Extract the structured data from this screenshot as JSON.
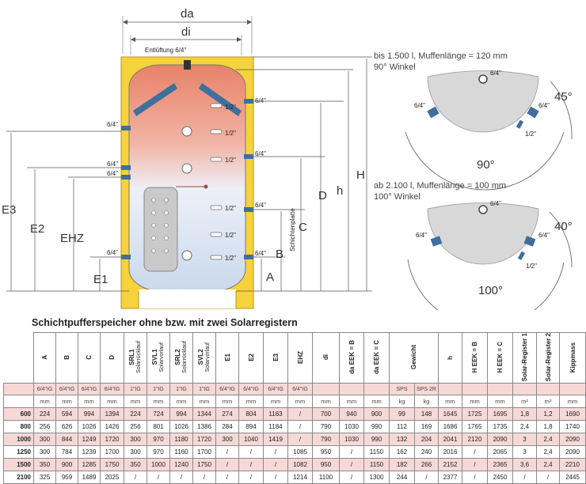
{
  "drawing": {
    "top_dims": {
      "da": "da",
      "di": "di"
    },
    "vent_label": "Entlüftung 6/4\"",
    "left_connections": [
      "6/4\"",
      "6/4\"",
      "6/4\"",
      "6/4\""
    ],
    "right_connections": [
      "6/4\"",
      "6/4\"",
      "6/4\"",
      "6/4\""
    ],
    "sensor_sleeves": [
      "1/2\"",
      "1/2\"",
      "1/2\"",
      "1/2\"",
      "1/2\"",
      "1/2\""
    ],
    "plate_label": "Schichtenplatte",
    "height_dims": {
      "E3": "E3",
      "E2": "E2",
      "EHZ": "EHZ",
      "E1": "E1",
      "A": "A",
      "B": "B",
      "C": "C",
      "D": "D",
      "h": "h",
      "H": "H"
    },
    "detail_top": {
      "line1": "bis 1.500 l, Muffenlänge = 120 mm",
      "line2": "90° Winkel",
      "pipe_top": "6/4\"",
      "pipe_left": "6/4\"",
      "pipe_right": "6/4\"",
      "sleeve": "1/2\"",
      "angle_side": "45°",
      "angle_main": "90°"
    },
    "detail_bottom": {
      "line1": "ab 2.100 l, Muffenlänge = 100 mm",
      "line2": "100° Winkel",
      "pipe_top": "6/4\"",
      "pipe_left": "6/4\"",
      "pipe_right": "6/4\"",
      "sleeve": "1/2\"",
      "angle_side": "40°",
      "angle_main": "100°"
    }
  },
  "table": {
    "title": "Schichtpufferspeicher ohne bzw. mit zwei Solarregistern",
    "columns": [
      {
        "label": "A",
        "sub": ""
      },
      {
        "label": "B",
        "sub": ""
      },
      {
        "label": "C",
        "sub": ""
      },
      {
        "label": "D",
        "sub": ""
      },
      {
        "label": "SRL1",
        "sub": "Solarrücklauf"
      },
      {
        "label": "SVL1",
        "sub": "Solarvorlauf"
      },
      {
        "label": "SRL2",
        "sub": "Solarrücklauf"
      },
      {
        "label": "SVL2",
        "sub": "Solarvorlauf"
      },
      {
        "label": "E1",
        "sub": ""
      },
      {
        "label": "E2",
        "sub": ""
      },
      {
        "label": "E3",
        "sub": ""
      },
      {
        "label": "EHZ",
        "sub": ""
      },
      {
        "label": "di",
        "sub": ""
      },
      {
        "label": "da EEK = B",
        "sub": ""
      },
      {
        "label": "da EEK = C",
        "sub": ""
      },
      {
        "label": "Gewicht",
        "sub": ""
      },
      {
        "label": "",
        "sub": ""
      },
      {
        "label": "h",
        "sub": ""
      },
      {
        "label": "H EEK = B",
        "sub": ""
      },
      {
        "label": "H EEK = C",
        "sub": ""
      },
      {
        "label": "Solar-Register 1",
        "sub": ""
      },
      {
        "label": "Solar-Register 2",
        "sub": ""
      },
      {
        "label": "Kippmass",
        "sub": ""
      }
    ],
    "thread_row": [
      "6/4\"IG",
      "6/4\"IG",
      "6/4\"IG",
      "6/4\"IG",
      "1\"IG",
      "1\"IG",
      "1\"IG",
      "1\"IG",
      "6/4\"IG",
      "6/4\"IG",
      "6/4\"IG",
      "6/4\"IG",
      "",
      "",
      "",
      "SPS",
      "SPS 2R",
      "",
      "",
      "",
      "",
      "",
      ""
    ],
    "unit_row": [
      "mm",
      "mm",
      "mm",
      "mm",
      "mm",
      "mm",
      "mm",
      "mm",
      "mm",
      "mm",
      "mm",
      "mm",
      "mm",
      "mm",
      "mm",
      "kg",
      "kg",
      "mm",
      "mm",
      "mm",
      "m²",
      "m²",
      "mm"
    ],
    "rows": [
      {
        "model": "600",
        "values": [
          "224",
          "594",
          "994",
          "1394",
          "224",
          "724",
          "994",
          "1344",
          "274",
          "804",
          "1163",
          "/",
          "700",
          "940",
          "900",
          "99",
          "148",
          "1645",
          "1725",
          "1695",
          "1,8",
          "1,2",
          "1690"
        ]
      },
      {
        "model": "800",
        "values": [
          "256",
          "626",
          "1026",
          "1426",
          "256",
          "801",
          "1026",
          "1386",
          "284",
          "894",
          "1184",
          "/",
          "790",
          "1030",
          "990",
          "112",
          "169",
          "1686",
          "1765",
          "1735",
          "2,4",
          "1,8",
          "1740"
        ]
      },
      {
        "model": "1000",
        "values": [
          "300",
          "844",
          "1249",
          "1720",
          "300",
          "970",
          "1180",
          "1720",
          "300",
          "1040",
          "1419",
          "/",
          "790",
          "1030",
          "990",
          "132",
          "204",
          "2041",
          "2120",
          "2090",
          "3",
          "2,4",
          "2090"
        ]
      },
      {
        "model": "1250",
        "values": [
          "300",
          "784",
          "1239",
          "1700",
          "300",
          "970",
          "1160",
          "1700",
          "/",
          "/",
          "/",
          "1085",
          "950",
          "/",
          "1150",
          "162",
          "240",
          "2016",
          "/",
          "2065",
          "3",
          "2,4",
          "2090"
        ]
      },
      {
        "model": "1500",
        "values": [
          "350",
          "900",
          "1285",
          "1750",
          "350",
          "1000",
          "1240",
          "1750",
          "/",
          "/",
          "/",
          "1082",
          "950",
          "/",
          "1150",
          "182",
          "266",
          "2152",
          "/",
          "2365",
          "3,6",
          "2,4",
          "2210"
        ]
      },
      {
        "model": "2100",
        "values": [
          "325",
          "959",
          "1489",
          "2025",
          "/",
          "/",
          "/",
          "/",
          "/",
          "/",
          "/",
          "1214",
          "1100",
          "/",
          "1300",
          "244",
          "/",
          "2377",
          "/",
          "2450",
          "/",
          "/",
          "2445"
        ]
      }
    ]
  }
}
